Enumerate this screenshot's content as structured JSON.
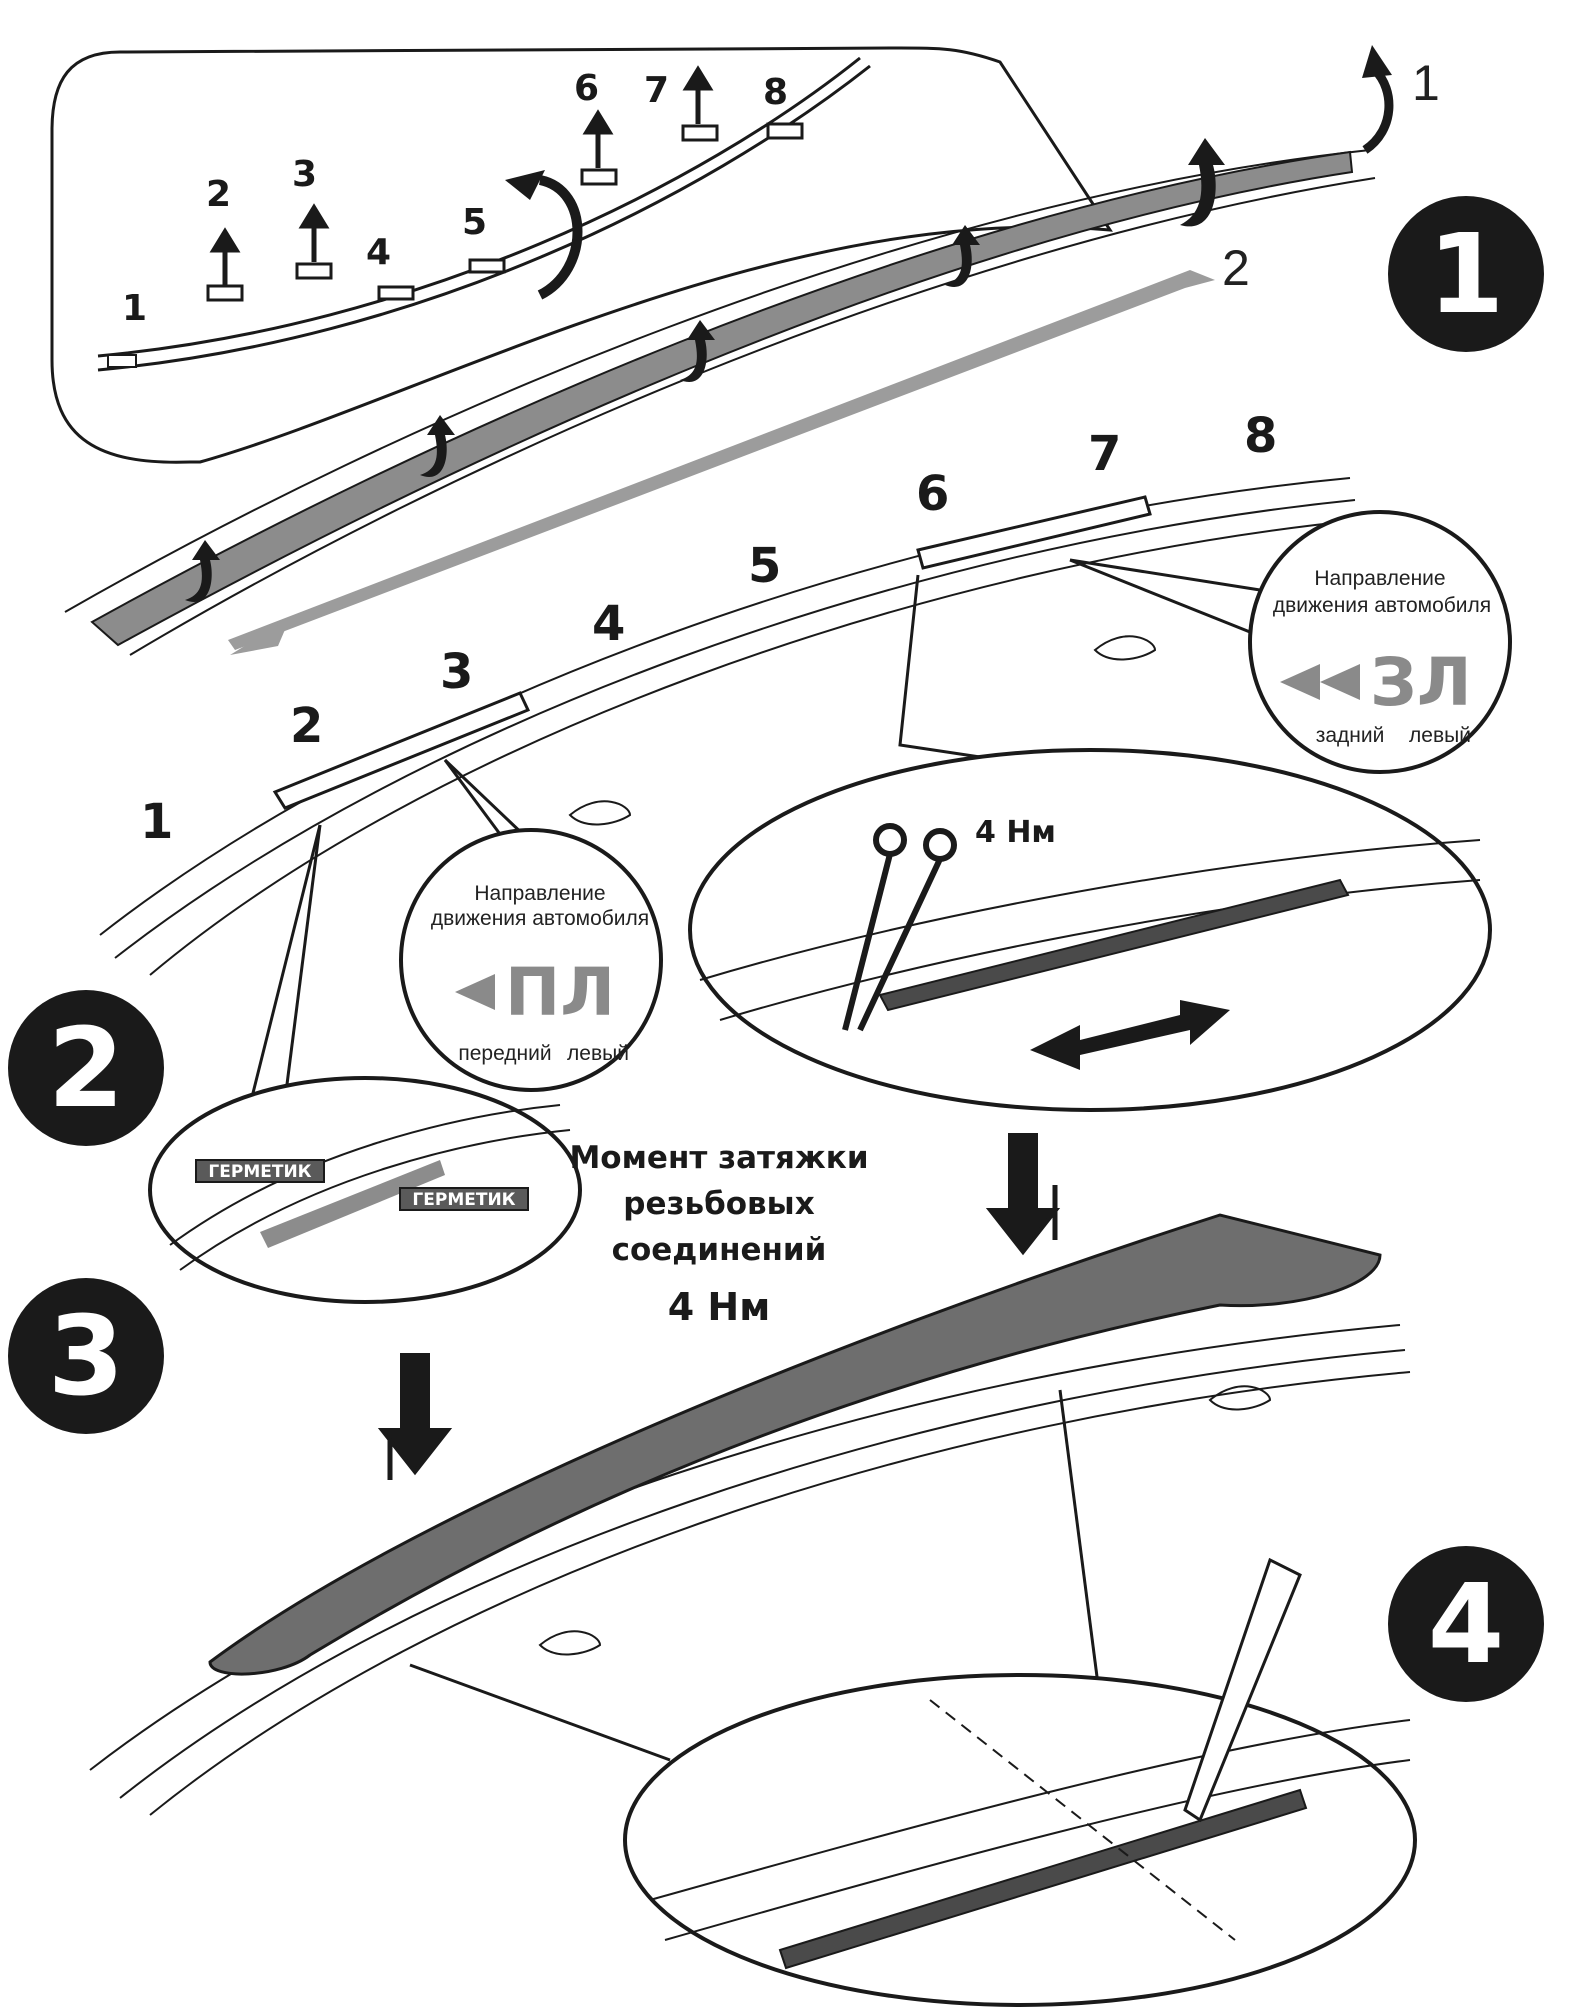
{
  "steps": [
    "1",
    "2",
    "3",
    "4"
  ],
  "step1": {
    "zoom_labels": [
      "1",
      "2",
      "3",
      "4",
      "5",
      "6",
      "7",
      "8"
    ],
    "arrow_labels": [
      "1",
      "2"
    ]
  },
  "positions": [
    "1",
    "2",
    "3",
    "4",
    "5",
    "6",
    "7",
    "8"
  ],
  "callout_rear": {
    "heading_line1": "Направление",
    "heading_line2": "движения автомобиля",
    "code": "ЗЛ",
    "sub_left": "задний",
    "sub_right": "левый"
  },
  "callout_front": {
    "heading_line1": "Направление",
    "heading_line2": "движения автомобиля",
    "code": "ПЛ",
    "sub_left": "передний",
    "sub_right": "левый"
  },
  "sealant": [
    "ГЕРМЕТИК",
    "ГЕРМЕТИК"
  ],
  "torque_detail": "4 Нм",
  "torque_note": {
    "line1": "Момент затяжки",
    "line2": "резьбовых",
    "line3": "соединений",
    "value": "4 Нм"
  },
  "colors": {
    "ink": "#1a1a1a",
    "tape": "#8c8c8c",
    "code_gray": "#8a8a8a"
  }
}
